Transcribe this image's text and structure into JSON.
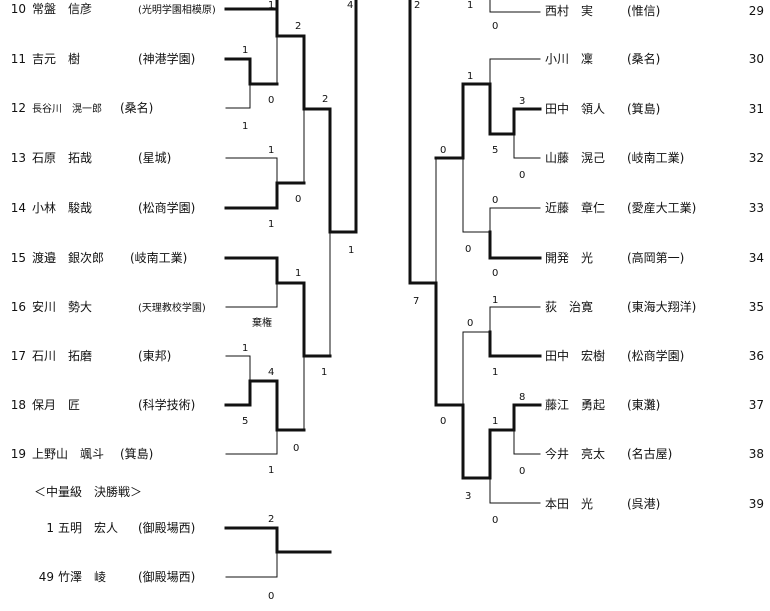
{
  "left_entries": [
    {
      "no": "10",
      "name": "常盤　信彦",
      "school": "(光明学園相模原)"
    },
    {
      "no": "11",
      "name": "吉元　樹",
      "school": "(神港学園)"
    },
    {
      "no": "12",
      "name": "長谷川　滉一郎",
      "school": "(桑名)"
    },
    {
      "no": "13",
      "name": "石原　拓哉",
      "school": "(星城)"
    },
    {
      "no": "14",
      "name": "小林　駿哉",
      "school": "(松商学園)"
    },
    {
      "no": "15",
      "name": "渡邉　銀次郎",
      "school": "(岐南工業)"
    },
    {
      "no": "16",
      "name": "安川　勢大",
      "school": "(天理教校学園)"
    },
    {
      "no": "17",
      "name": "石川　拓磨",
      "school": "(東邦)"
    },
    {
      "no": "18",
      "name": "保月　匠",
      "school": "(科学技術)"
    },
    {
      "no": "19",
      "name": "上野山　颯斗",
      "school": "(箕島)"
    }
  ],
  "right_entries": [
    {
      "name": "西村　実",
      "school": "(惟信)",
      "no": "29"
    },
    {
      "name": "小川　凜",
      "school": "(桑名)",
      "no": "30"
    },
    {
      "name": "田中　領人",
      "school": "(箕島)",
      "no": "31"
    },
    {
      "name": "山藤　滉己",
      "school": "(岐南工業)",
      "no": "32"
    },
    {
      "name": "近藤　章仁",
      "school": "(愛産大工業)",
      "no": "33"
    },
    {
      "name": "開発　光",
      "school": "(高岡第一)",
      "no": "34"
    },
    {
      "name": "荻　治寛",
      "school": "(東海大翔洋)",
      "no": "35"
    },
    {
      "name": "田中　宏樹",
      "school": "(松商学園)",
      "no": "36"
    },
    {
      "name": "藤江　勇起",
      "school": "(東灘)",
      "no": "37"
    },
    {
      "name": "今井　亮太",
      "school": "(名古屋)",
      "no": "38"
    },
    {
      "name": "本田　光",
      "school": "(呉港)",
      "no": "39"
    }
  ],
  "final_section": {
    "heading": "＜中量級　決勝戦＞",
    "entries": [
      {
        "no": "1",
        "name": "五明　宏人",
        "school": "(御殿場西)"
      },
      {
        "no": "49",
        "name": "竹澤　崚",
        "school": "(御殿場西)"
      }
    ]
  },
  "note": "棄権",
  "scores": {
    "l1": "1",
    "l2": "2",
    "l3": "4",
    "l4": "1",
    "l5": "0",
    "l6": "1",
    "l7": "2",
    "l8": "1",
    "l9": "0",
    "l10": "1",
    "l11": "1",
    "l12": "1",
    "l13": "4",
    "l14": "5",
    "l15": "0",
    "l16": "1",
    "l17": "1",
    "r1": "2",
    "r2": "1",
    "r3": "0",
    "r4": "1",
    "r5": "3",
    "r6": "0",
    "r7": "5",
    "r8": "0",
    "r9": "0",
    "r10": "0",
    "r11": "0",
    "r12": "7",
    "r13": "1",
    "r14": "0",
    "r15": "1",
    "r16": "8",
    "r17": "0",
    "r18": "1",
    "r19": "0",
    "r20": "3",
    "r21": "0",
    "f1": "2",
    "f2": "0"
  }
}
